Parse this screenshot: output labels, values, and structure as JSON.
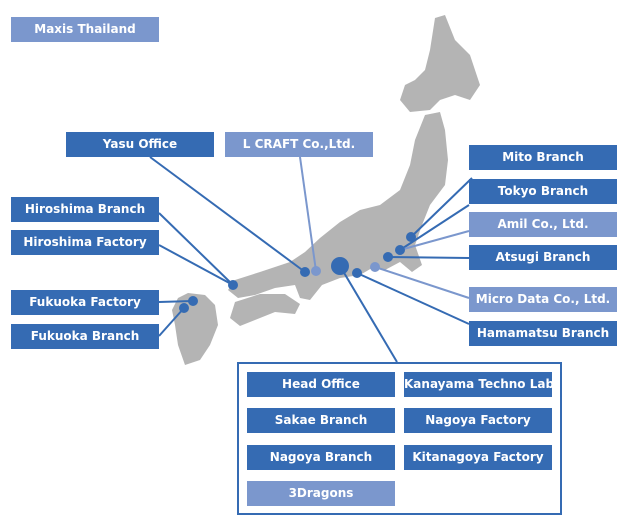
{
  "colors": {
    "primary": "#356bb3",
    "affiliate": "#7b97cd",
    "map": "#b4b4b4"
  },
  "overseas": {
    "maxis": "Maxis Thailand"
  },
  "west": {
    "yasu": "Yasu Office",
    "lcraft": "L CRAFT Co.,Ltd.",
    "hiroshima_branch": "Hiroshima Branch",
    "hiroshima_factory": "Hiroshima Factory",
    "fukuoka_factory": "Fukuoka Factory",
    "fukuoka_branch": "Fukuoka Branch"
  },
  "east": {
    "mito": "Mito Branch",
    "tokyo": "Tokyo Branch",
    "amil": "Amil Co., Ltd.",
    "atsugi": "Atsugi Branch",
    "microdata": "Micro Data Co., Ltd.",
    "hamamatsu": "Hamamatsu Branch"
  },
  "nagoya_group": {
    "head_office": "Head Office",
    "kanayama": "Kanayama Techno Lab",
    "sakae": "Sakae Branch",
    "nagoya_factory": "Nagoya Factory",
    "nagoya_branch": "Nagoya Branch",
    "kitanagoya": "Kitanagoya Factory",
    "dragons": "3Dragons"
  }
}
